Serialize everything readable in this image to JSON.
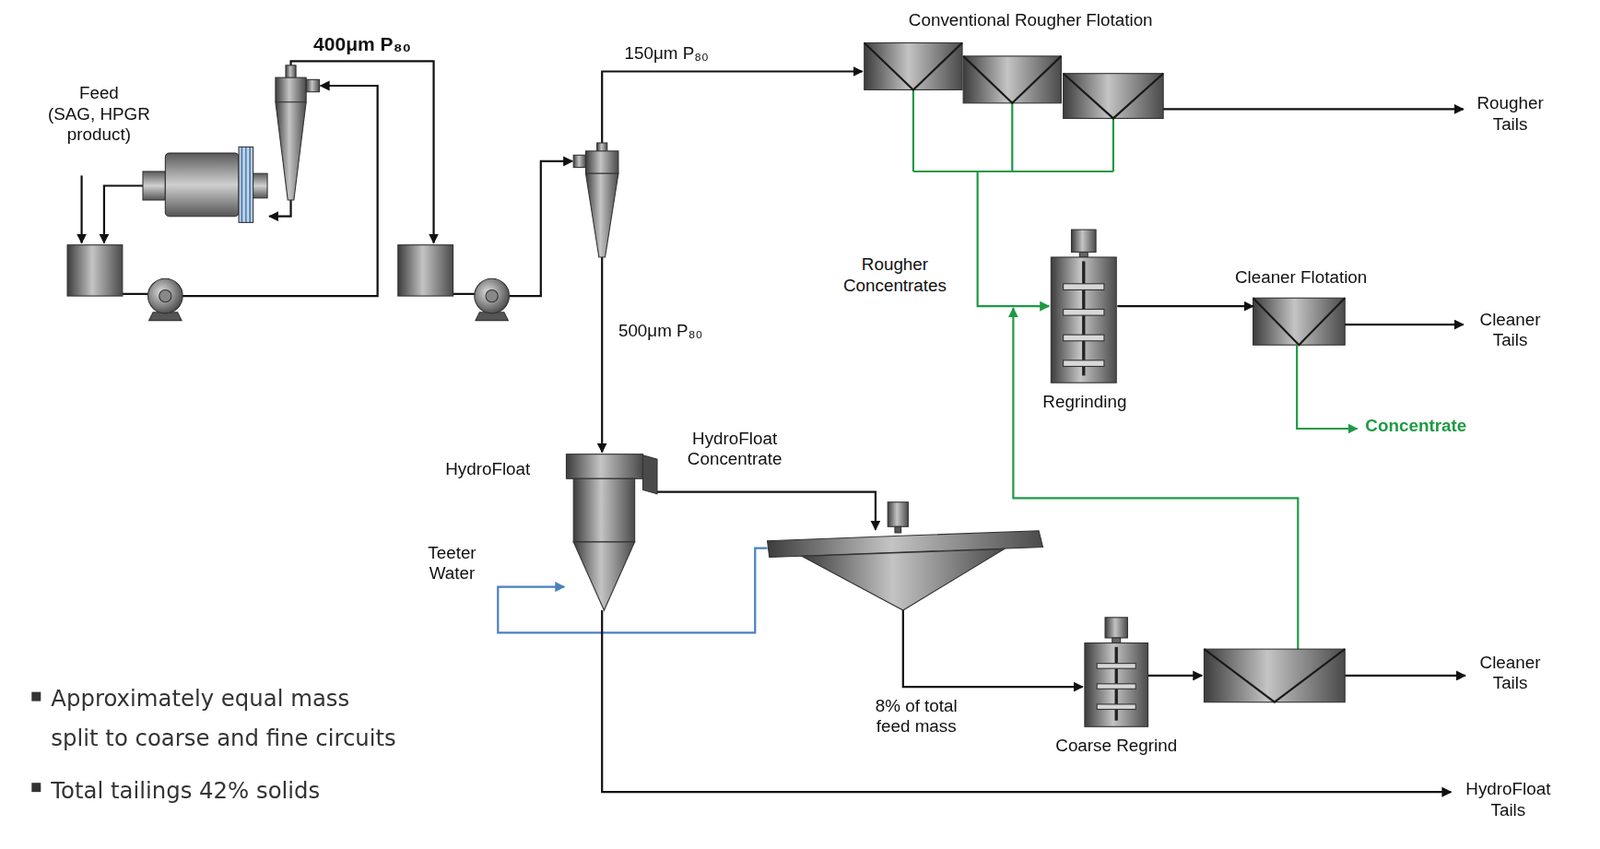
{
  "diagram": {
    "nodes": [
      {
        "text": [
          "Feed",
          "(SAG, HPGR product)"
        ]
      },
      {
        "text": [
          "Conventional Rougher Flotation"
        ]
      },
      {
        "text": [
          "Rougher Tails"
        ]
      },
      {
        "text": [
          "Regrinding"
        ]
      },
      {
        "text": [
          "Cleaner Flotation"
        ]
      },
      {
        "text": [
          "Cleaner Tails"
        ]
      },
      {
        "text": [
          "Concentrate"
        ]
      },
      {
        "text": [
          "HydroFloat"
        ]
      },
      {
        "text": [
          "Coarse Regrind"
        ]
      },
      {
        "text": [
          "Cleaner Tails"
        ]
      },
      {
        "text": [
          "HydroFloat Tails"
        ]
      }
    ],
    "edges": [
      {
        "from": 1,
        "to": 2,
        "arrow": "to"
      },
      {
        "from": 1,
        "to": 3,
        "label": "Rougher Concentrates",
        "arrow": "to"
      },
      {
        "from": 3,
        "to": 4,
        "arrow": "to"
      },
      {
        "from": 4,
        "to": 5,
        "arrow": "to"
      },
      {
        "from": 4,
        "to": 6,
        "arrow": "to"
      },
      {
        "from": 7,
        "to": 10,
        "arrow": "to"
      }
    ],
    "labels": [
      "400μm P₈₀",
      "150μm P₈₀",
      "500μm P₈₀",
      "HydroFloat Concentrate",
      "Teeter Water",
      "8% of total feed mass",
      "Approximately equal mass split to coarse and fine circuits",
      "Total tailings 42% solids"
    ]
  }
}
